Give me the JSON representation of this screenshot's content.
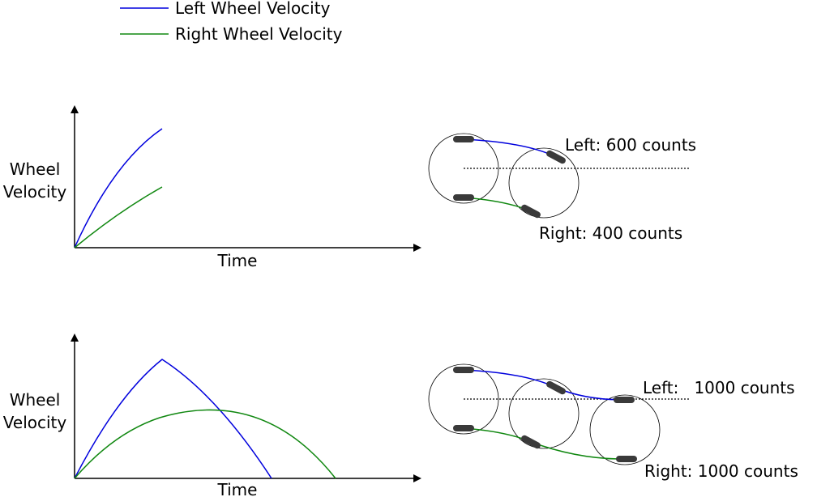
{
  "legend": {
    "items": [
      {
        "label": "Left Wheel Velocity",
        "color": "#0000dd"
      },
      {
        "label": "Right Wheel Velocity",
        "color": "#118811"
      }
    ]
  },
  "charts": [
    {
      "ylabel_line1": "Wheel",
      "ylabel_line2": "Velocity",
      "xlabel": "Time"
    },
    {
      "ylabel_line1": "Wheel",
      "ylabel_line2": "Velocity",
      "xlabel": "Time"
    }
  ],
  "scenarios": [
    {
      "left_label": "Left: 600 counts",
      "right_label": "Right: 400 counts"
    },
    {
      "left_label": "Left:   1000 counts",
      "right_label": "Right: 1000 counts"
    }
  ],
  "colors": {
    "left": "#0000dd",
    "right": "#118811",
    "wheel": "#3a3a3a",
    "axis": "#000000"
  }
}
